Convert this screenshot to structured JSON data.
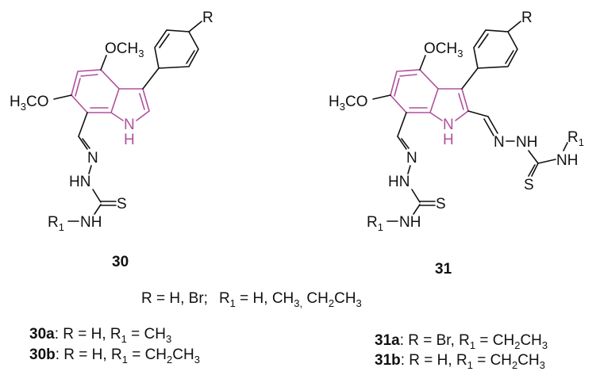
{
  "figure": {
    "core_color": "#b0509e",
    "bond_color": "#111111"
  },
  "compound_30": {
    "label": "30",
    "substituents": {
      "top_methoxy": "OCH",
      "top_methoxy_sub": "3",
      "left_methoxy_pre": "H",
      "left_methoxy_sub": "3",
      "left_methoxy_post": "CO",
      "phenyl_R": "R",
      "indole_N": "N",
      "indole_H": "H",
      "imine_N": "N",
      "hydrazine_NH": "HN",
      "thio_S": "S",
      "amine_R": "R",
      "amine_R_sub": "1",
      "amine_NH": "NH"
    }
  },
  "compound_31": {
    "label": "31",
    "substituents": {
      "top_methoxy": "OCH",
      "top_methoxy_sub": "3",
      "left_methoxy_pre": "H",
      "left_methoxy_sub": "3",
      "left_methoxy_post": "CO",
      "phenyl_R": "R",
      "indole_N": "N",
      "indole_H": "H",
      "imine_N": "N",
      "hydrazine_NH": "HN",
      "thio_S": "S",
      "amine_R": "R",
      "amine_R_sub": "1",
      "amine_NH": "NH",
      "right_imine_N": "N",
      "right_hydrazine_NH": "NH",
      "right_thio_S": "S",
      "right_amine_NH": "NH",
      "right_amine_R": "R",
      "right_amine_R_sub": "1"
    }
  },
  "definitions": {
    "r_values": "R = H, Br;",
    "r1_prefix": "R",
    "r1_sub": "1",
    "r1_values_a": " = H, CH",
    "r1_values_sub3": "3,",
    "r1_values_b": " CH",
    "r1_values_sub2": "2",
    "r1_values_c": "CH",
    "r1_values_sub3b": "3"
  },
  "variants": [
    {
      "id": "30a",
      "text_a": ": R = H, R",
      "sub1": "1",
      "text_b": " = CH",
      "sub2": "3",
      "text_c": "",
      "sub3": ""
    },
    {
      "id": "30b",
      "text_a": ": R = H, R",
      "sub1": "1",
      "text_b": " = CH",
      "sub2": "2",
      "text_c": "CH",
      "sub3": "3"
    },
    {
      "id": "31a",
      "text_a": ": R = Br, R",
      "sub1": "1",
      "text_b": " = CH",
      "sub2": "2",
      "text_c": "CH",
      "sub3": "3"
    },
    {
      "id": "31b",
      "text_a": ": R = H, R",
      "sub1": "1",
      "text_b": " = CH",
      "sub2": "2",
      "text_c": "CH",
      "sub3": "3"
    }
  ]
}
